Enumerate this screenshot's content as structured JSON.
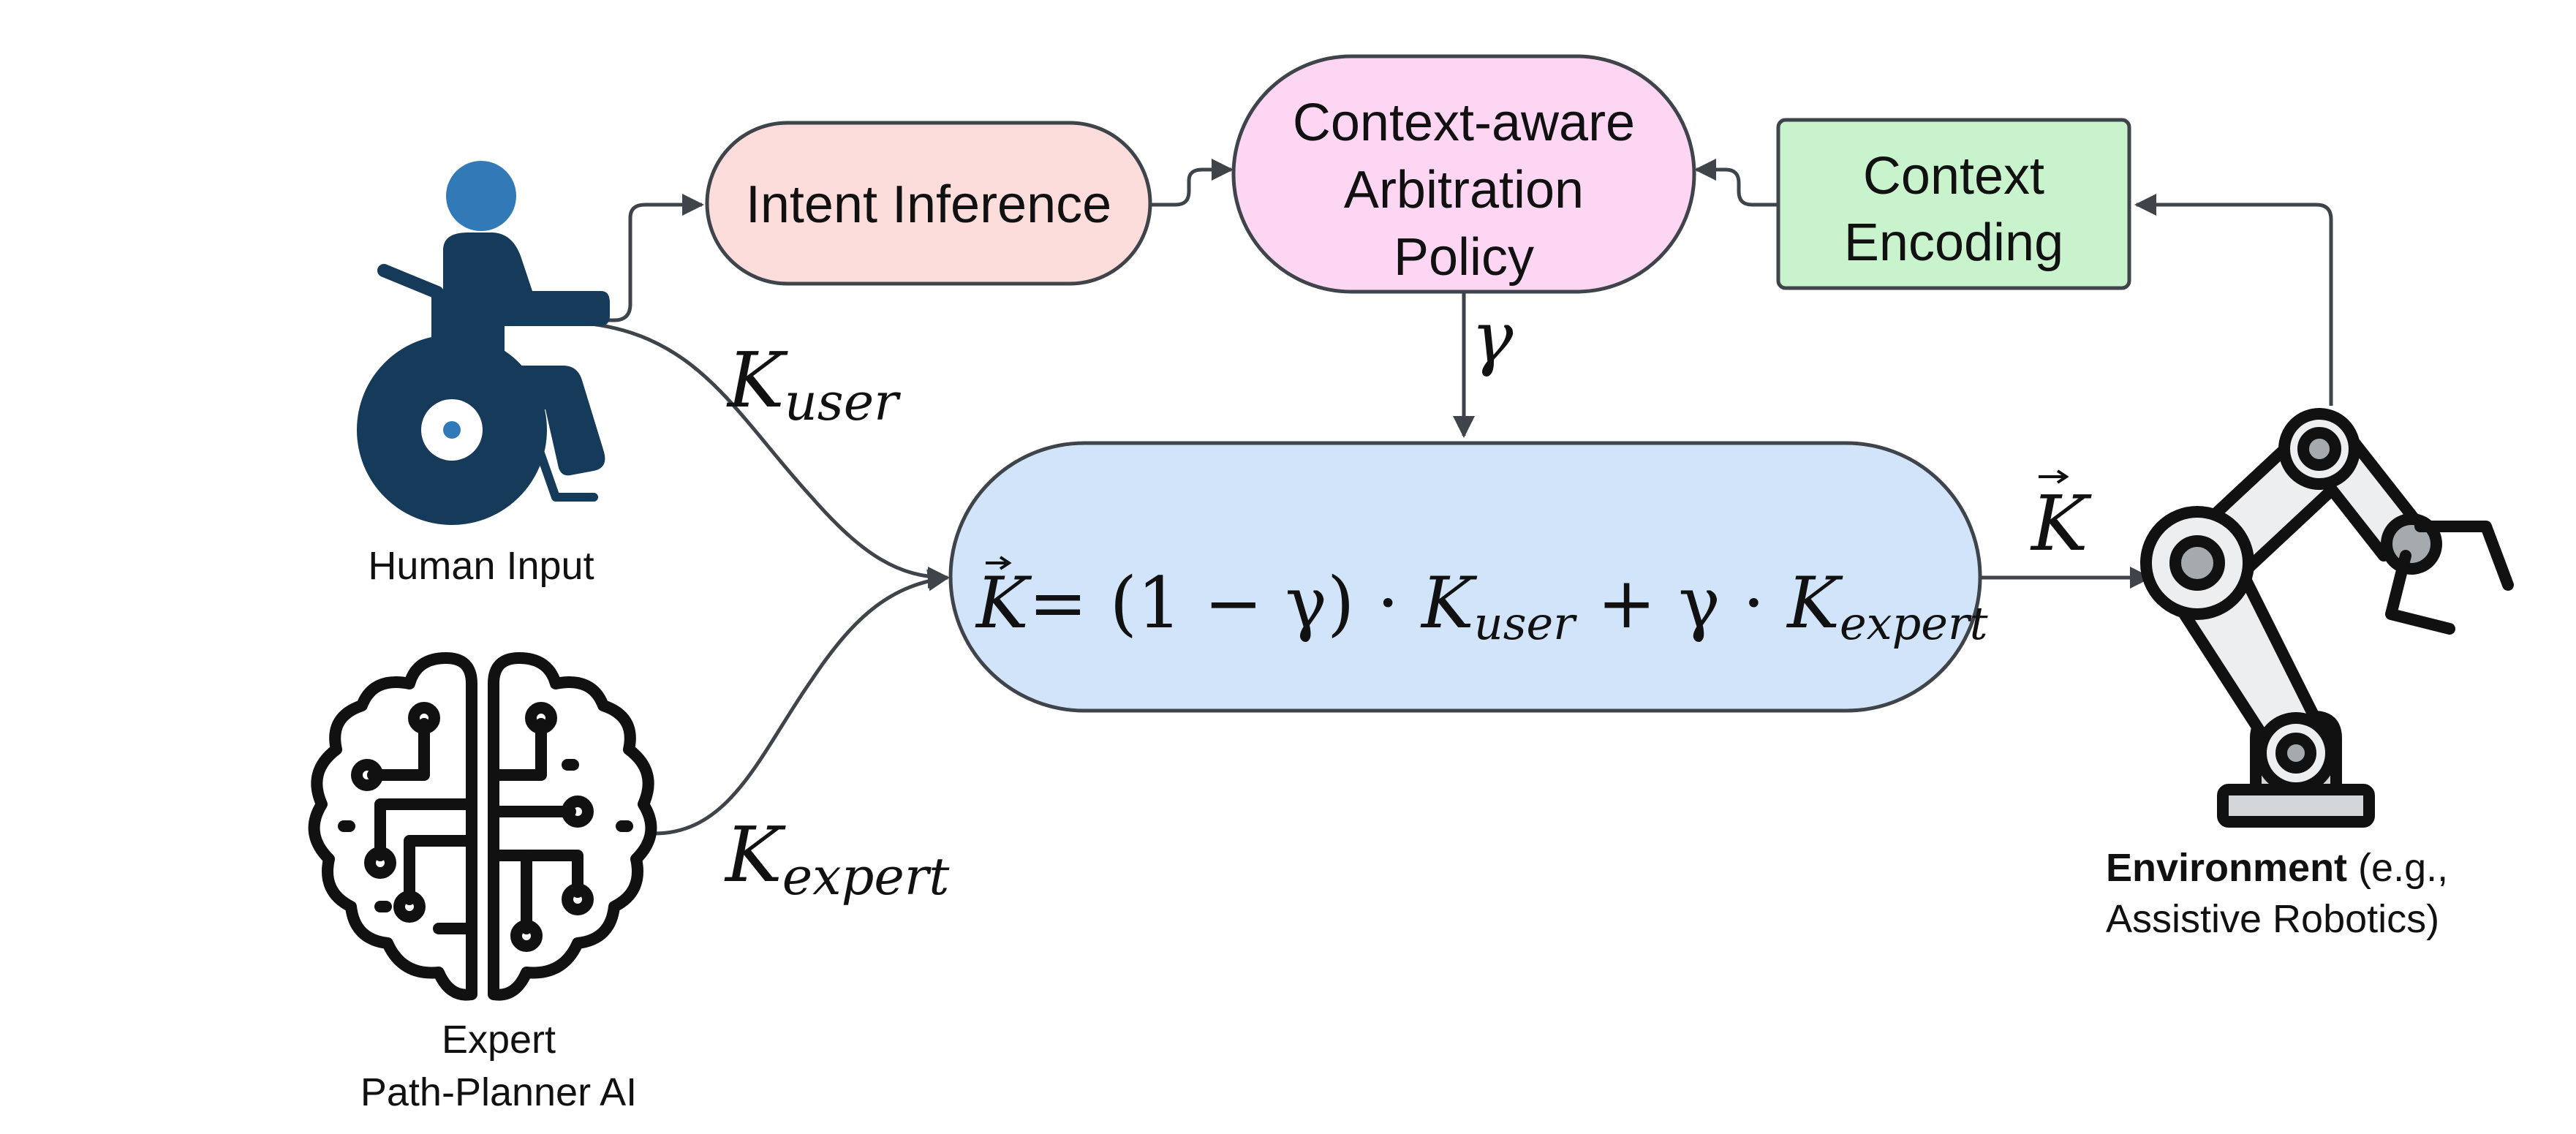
{
  "nodes": {
    "intent_inference": {
      "label": "Intent Inference"
    },
    "arbitration": {
      "lines": [
        "Context-aware",
        "Arbitration",
        "Policy"
      ]
    },
    "context_encoding": {
      "lines": [
        "Context",
        "Encoding"
      ]
    },
    "blend": {
      "vec_symbol": "K",
      "eq_text": "= (1 − γ) · ",
      "k1": "K",
      "k1_sub": "user",
      "mid_text": " + γ · ",
      "k2": "K",
      "k2_sub": "expert"
    }
  },
  "actors": {
    "human": {
      "caption": "Human Input",
      "icon": "wheelchair-user-icon"
    },
    "expert": {
      "caption_lines": [
        "Expert",
        "Path-Planner AI"
      ],
      "icon": "circuit-brain-icon"
    },
    "environment": {
      "caption_bold": "Environment",
      "caption_rest": " (e.g.,",
      "caption_line2": "Assistive Robotics)",
      "icon": "robot-arm-icon"
    }
  },
  "edge_labels": {
    "k_user": {
      "main": "K",
      "sub": "user"
    },
    "k_expert": {
      "main": "K",
      "sub": "expert"
    },
    "gamma": "γ",
    "k_vec": "K"
  },
  "colors": {
    "intent_fill": "#fddcdc",
    "arbitration_fill": "#fdd6f4",
    "context_fill": "#c9f3cd",
    "blend_fill": "#d2e4fa",
    "wheelchair_dark": "#163a59",
    "head_blue": "#3279b7",
    "stroke": "#3f444a"
  }
}
